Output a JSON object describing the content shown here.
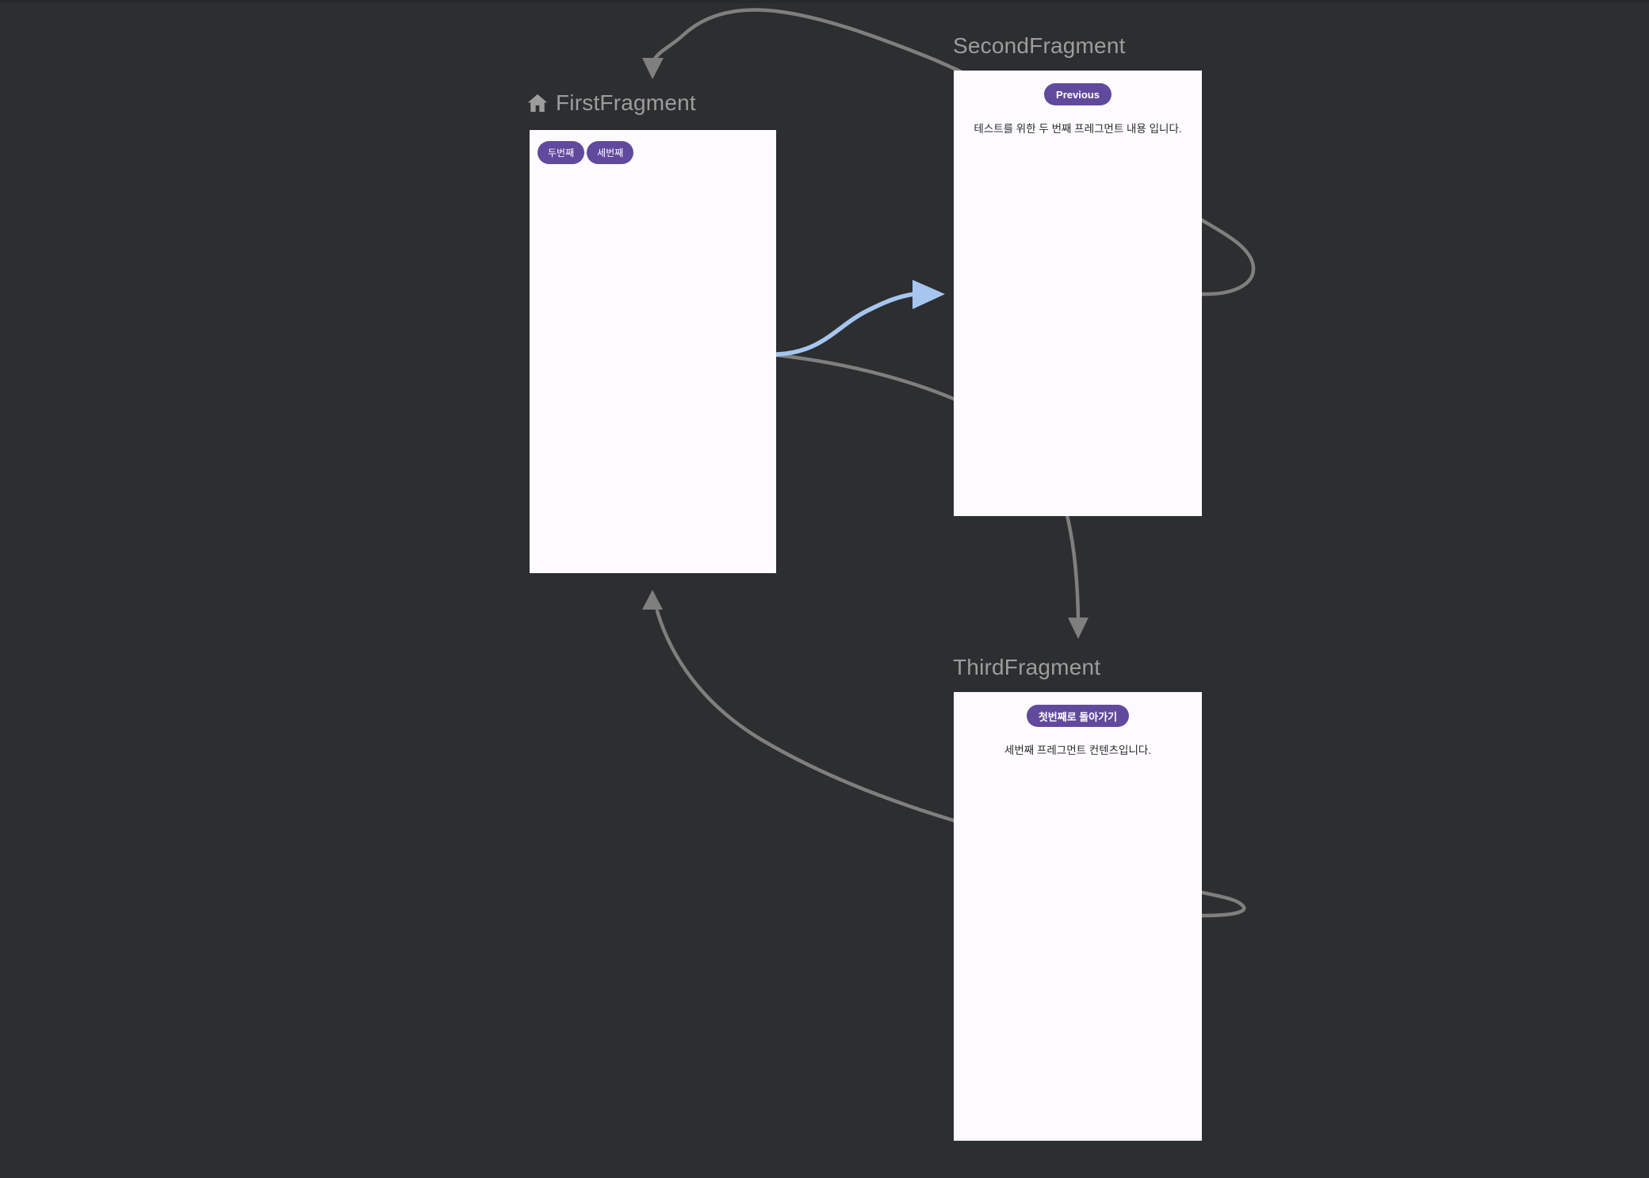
{
  "colors": {
    "background": "#2c2e30",
    "top_edge": "#26282a",
    "card_bg": "#fdfbfe",
    "title_text": "#9d9d9d",
    "body_text": "#2a2a2a",
    "button_bg": "#61499e",
    "button_text": "#ffffff",
    "arrow": "#7f7f7f",
    "arrow_selected": "#a6c6f0"
  },
  "nodes": {
    "first": {
      "title": "FirstFragment",
      "start_destination": true,
      "buttons": {
        "to_second": "두번째",
        "to_third": "세번째"
      }
    },
    "second": {
      "title": "SecondFragment",
      "button": "Previous",
      "body": "테스트를 위한 두 번째 프레그먼트 내용 입니다."
    },
    "third": {
      "title": "ThirdFragment",
      "button": "첫번째로 돌아가기",
      "body": "세번째 프레그먼트 컨텐츠입니다."
    }
  },
  "actions": {
    "first_to_second": {
      "selected": true
    },
    "first_to_third": {
      "selected": false
    },
    "second_to_first": {
      "selected": false
    },
    "third_to_first": {
      "selected": false
    }
  }
}
